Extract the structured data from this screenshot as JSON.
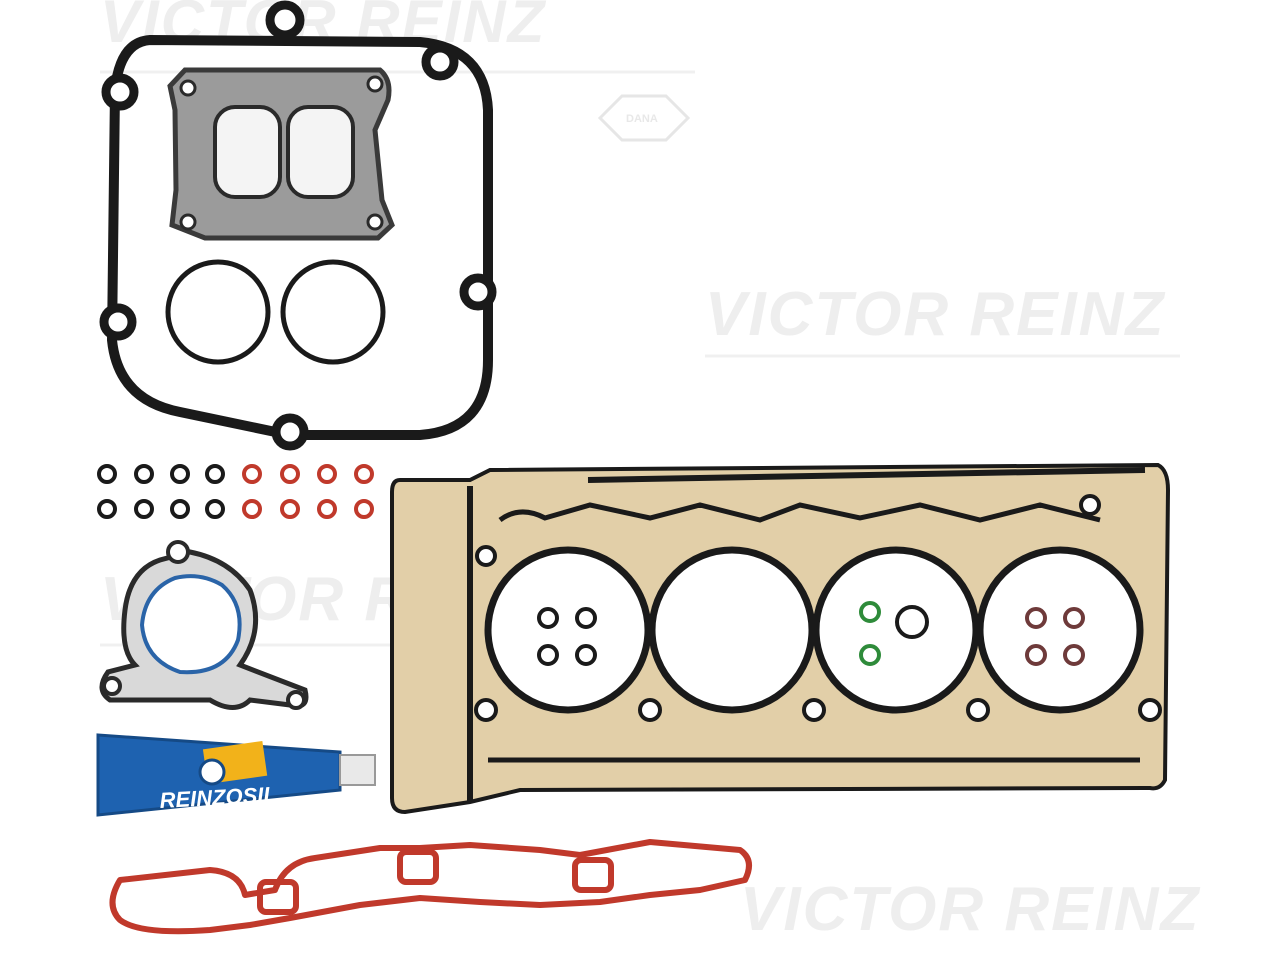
{
  "watermarks": {
    "top_left": "VICTOR REINZ",
    "right_middle": "VICTOR REINZ",
    "left_middle": "VICTOR REINZ",
    "bottom_right": "VICTOR REINZ",
    "dana_badge": "DANA"
  },
  "tube": {
    "brand": "REINZOSIL"
  },
  "colors": {
    "gasket_black": "#1a1a1a",
    "gasket_steel": "#8a8a8a",
    "gasket_gold": "#e2cfa8",
    "seal_red": "#c0392b",
    "seal_green": "#2e8b3a",
    "tube_blue": "#1e62b0",
    "tube_yellow": "#f2b21a"
  }
}
